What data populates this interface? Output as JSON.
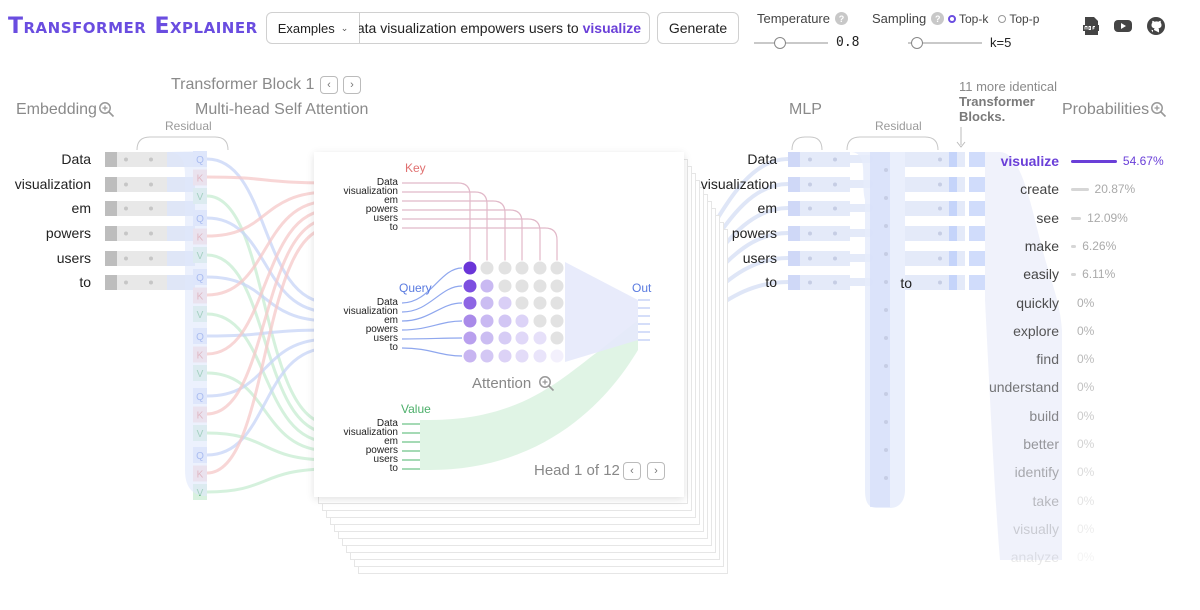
{
  "header": {
    "logo": "Transformer Explainer",
    "examples_label": "Examples",
    "prompt_text": "ata visualization empowers users to",
    "prompt_prediction": "visualize",
    "generate_label": "Generate",
    "temperature_label": "Temperature",
    "temperature_value": "0.8",
    "temperature_fraction": 0.35,
    "sampling_label": "Sampling",
    "topk_label": "Top-k",
    "topp_label": "Top-p",
    "sampling_selected": "Top-k",
    "k_value": "k=5",
    "k_fraction": 0.12,
    "help_glyph": "?"
  },
  "sections": {
    "block_title": "Transformer Block 1",
    "embedding": "Embedding",
    "attention": "Multi-head Self Attention",
    "mlp": "MLP",
    "probabilities": "Probabilities",
    "residual": "Residual",
    "more_blocks_line1": "11 more identical",
    "more_blocks_line2": "Transformer",
    "more_blocks_line3": "Blocks."
  },
  "tokens": [
    "Data",
    "visualization",
    "em",
    "powers",
    "users",
    "to"
  ],
  "last_token": "to",
  "attention": {
    "key_label": "Key",
    "query_label": "Query",
    "value_label": "Value",
    "out_label": "Out",
    "attention_label": "Attention",
    "head_label": "Head 1 of 12",
    "qkv_letters": [
      "Q",
      "K",
      "V"
    ]
  },
  "probabilities": [
    {
      "word": "visualize",
      "value": "54.67%",
      "fraction": 0.5467
    },
    {
      "word": "create",
      "value": "20.87%",
      "fraction": 0.2087
    },
    {
      "word": "see",
      "value": "12.09%",
      "fraction": 0.1209
    },
    {
      "word": "make",
      "value": "6.26%",
      "fraction": 0.0626
    },
    {
      "word": "easily",
      "value": "6.11%",
      "fraction": 0.0611
    },
    {
      "word": "quickly",
      "value": "0%",
      "fraction": 0
    },
    {
      "word": "explore",
      "value": "0%",
      "fraction": 0
    },
    {
      "word": "find",
      "value": "0%",
      "fraction": 0
    },
    {
      "word": "understand",
      "value": "0%",
      "fraction": 0
    },
    {
      "word": "build",
      "value": "0%",
      "fraction": 0
    },
    {
      "word": "better",
      "value": "0%",
      "fraction": 0
    },
    {
      "word": "identify",
      "value": "0%",
      "fraction": 0
    },
    {
      "word": "take",
      "value": "0%",
      "fraction": 0
    },
    {
      "word": "visually",
      "value": "0%",
      "fraction": 0
    },
    {
      "word": "analyze",
      "value": "0%",
      "fraction": 0
    }
  ],
  "colors": {
    "accent": "#6a3fd8",
    "query": "#5a7be0",
    "key": "#e07070",
    "value": "#4caf6a"
  }
}
